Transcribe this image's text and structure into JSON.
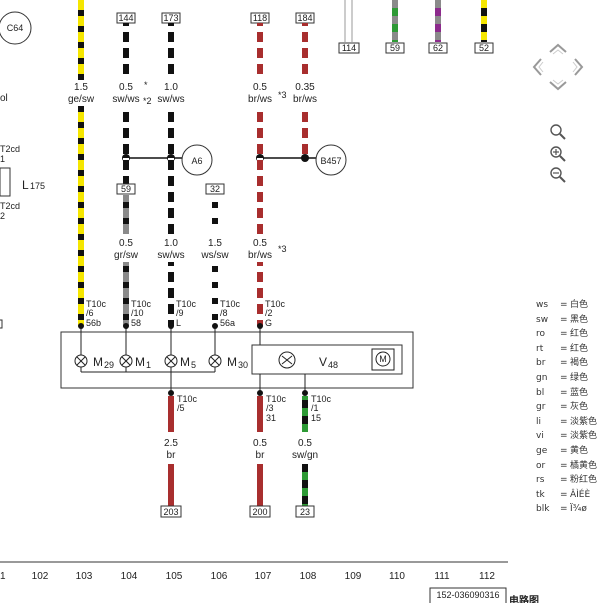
{
  "connectors_top": {
    "c64": "C64",
    "t144": "144",
    "t173": "173",
    "t118": "118",
    "t184": "184",
    "t114": "114",
    "t59": "59",
    "t62": "62",
    "t52": "52"
  },
  "wires_upper": {
    "w103": {
      "size": "1.5",
      "color": "ge/sw"
    },
    "w104": {
      "size": "0.5",
      "color": "sw/ws",
      "note": "*",
      "note2": "*2"
    },
    "w105": {
      "size": "1.0",
      "color": "sw/ws"
    },
    "w107": {
      "size": "0.5",
      "color": "br/ws",
      "note": "*3"
    },
    "w108": {
      "size": "0.35",
      "color": "br/ws"
    }
  },
  "splices": {
    "a6": "A6",
    "b457": "B457"
  },
  "left_edge": {
    "frag_ol": "ol",
    "t2cd_1": "T2cd",
    "t2cd_1_pin": "1",
    "t2cd_2": "T2cd",
    "t2cd_2_pin": "2",
    "l175_main": "L",
    "l175_sub": "175"
  },
  "mid_terminals": {
    "t59": "59",
    "t32": "32"
  },
  "wires_mid": {
    "w104": {
      "size": "0.5",
      "color": "gr/sw"
    },
    "w105": {
      "size": "1.0",
      "color": "sw/ws"
    },
    "w106": {
      "size": "1.5",
      "color": "ws/sw"
    },
    "w107": {
      "size": "0.5",
      "color": "br/ws",
      "note": "*3"
    }
  },
  "plug_top": [
    {
      "conn": "T10c",
      "pin": "/6",
      "func": "56b"
    },
    {
      "conn": "T10c",
      "pin": "/10",
      "func": "58"
    },
    {
      "conn": "T10c",
      "pin": "/9",
      "func": "L"
    },
    {
      "conn": "T10c",
      "pin": "/8",
      "func": "56a"
    },
    {
      "conn": "T10c",
      "pin": "/2",
      "func": "G"
    }
  ],
  "components": {
    "m29": {
      "main": "M",
      "sub": "29"
    },
    "m1": {
      "main": "M",
      "sub": "1"
    },
    "m5": {
      "main": "M",
      "sub": "5"
    },
    "m30": {
      "main": "M",
      "sub": "30"
    },
    "v48": {
      "main": "V",
      "sub": "48"
    },
    "motor": "M"
  },
  "plug_bottom": [
    {
      "conn": "T10c",
      "pin": "/5",
      "func": ""
    },
    {
      "conn": "T10c",
      "pin": "/3",
      "func": "31"
    },
    {
      "conn": "T10c",
      "pin": "/1",
      "func": "15"
    }
  ],
  "wires_lower": {
    "w105": {
      "size": "2.5",
      "color": "br"
    },
    "w107": {
      "size": "0.5",
      "color": "br"
    },
    "w108": {
      "size": "0.5",
      "color": "sw/gn"
    }
  },
  "ground_terminals": {
    "g203": "203",
    "g200": "200",
    "g23": "23"
  },
  "ruler": [
    "1",
    "102",
    "103",
    "104",
    "105",
    "106",
    "107",
    "108",
    "109",
    "110",
    "111",
    "112"
  ],
  "doc_code": "152-036090316",
  "doc_title": "电路图",
  "legend": [
    {
      "code": "ws",
      "name": "白色"
    },
    {
      "code": "sw",
      "name": "黑色"
    },
    {
      "code": "ro",
      "name": "红色"
    },
    {
      "code": "rt",
      "name": "红色"
    },
    {
      "code": "br",
      "name": "褐色"
    },
    {
      "code": "gn",
      "name": "绿色"
    },
    {
      "code": "bl",
      "name": "蓝色"
    },
    {
      "code": "gr",
      "name": "灰色"
    },
    {
      "code": "li",
      "name": "淡紫色"
    },
    {
      "code": "vi",
      "name": "淡紫色"
    },
    {
      "code": "ge",
      "name": "黄色"
    },
    {
      "code": "or",
      "name": "橘黄色"
    },
    {
      "code": "rs",
      "name": "粉红色"
    },
    {
      "code": "tk",
      "name": "ÂÌÉÈ"
    },
    {
      "code": "blk",
      "name": "Ï¾ø"
    }
  ],
  "colors": {
    "yellow": "#f5e600",
    "black": "#111111",
    "white": "#ffffff",
    "brown": "#a82e2e",
    "grey": "#8a8a8a",
    "green": "#2e9a35",
    "purple": "#8c2a8c"
  },
  "nav_icons": [
    "pan-up-icon",
    "pan-left-icon",
    "pan-right-icon",
    "pan-down-icon",
    "zoom-fit-icon",
    "zoom-in-icon",
    "zoom-out-icon"
  ]
}
